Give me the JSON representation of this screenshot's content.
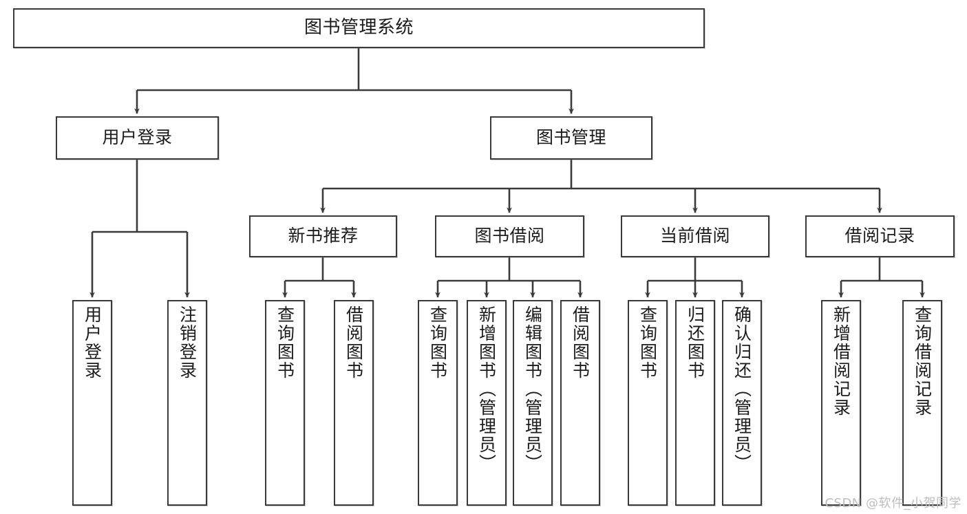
{
  "diagram": {
    "title": "图书管理系统",
    "type": "tree-hierarchy",
    "watermark": "CSDN @软件_小贺同学",
    "colors": {
      "box_border": "#3a3a3a",
      "box_fill": "#ffffff",
      "connector": "#3a3a3a",
      "text": "#1b1b1b",
      "watermark": "#bdbdbd"
    }
  },
  "nodes": {
    "root": {
      "label": "图书管理系统"
    },
    "level2": [
      {
        "label": "用户登录"
      },
      {
        "label": "图书管理"
      }
    ],
    "level3": [
      {
        "label": "新书推荐"
      },
      {
        "label": "图书借阅"
      },
      {
        "label": "当前借阅"
      },
      {
        "label": "借阅记录"
      }
    ],
    "leaves": {
      "user_login": [
        {
          "label": "用户登录"
        },
        {
          "label": "注销登录"
        }
      ],
      "new_book_recommend": [
        {
          "label": "查询图书"
        },
        {
          "label": "借阅图书"
        }
      ],
      "book_borrow": [
        {
          "label": "查询图书"
        },
        {
          "label": "新增图书（管理员）"
        },
        {
          "label": "编辑图书（管理员）"
        },
        {
          "label": "借阅图书"
        }
      ],
      "current_borrow": [
        {
          "label": "查询图书"
        },
        {
          "label": "归还图书"
        },
        {
          "label": "确认归还（管理员）"
        }
      ],
      "borrow_record": [
        {
          "label": "新增借阅记录"
        },
        {
          "label": "查询借阅记录"
        }
      ]
    }
  }
}
